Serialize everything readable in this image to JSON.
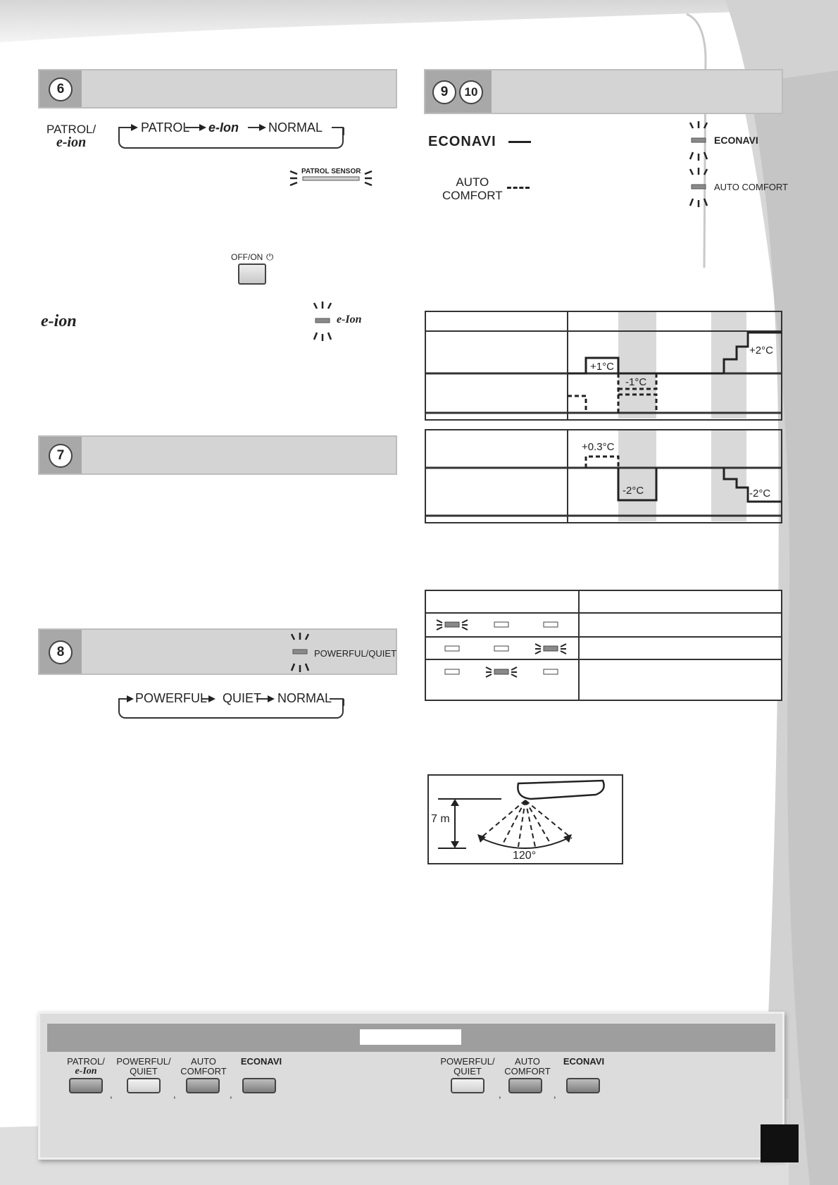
{
  "sections": {
    "s6": {
      "number": "6"
    },
    "s7": {
      "number": "7"
    },
    "s8": {
      "number": "8"
    },
    "s9": {
      "number": "9"
    },
    "s10": {
      "number": "10"
    }
  },
  "patrol_eion": {
    "button_label_line1": "PATROL/",
    "button_label_line2": "e-ion",
    "cycle": [
      "PATROL",
      "e-Ion",
      "NORMAL"
    ],
    "patrol_sensor_label": "PATROL SENSOR",
    "offon_label": "OFF/ON",
    "eion_label": "e-ion",
    "eion_indicator_label": "e-Ion"
  },
  "powerful_quiet": {
    "indicator_label": "POWERFUL/QUIET",
    "cycle": [
      "POWERFUL",
      "QUIET",
      "NORMAL"
    ]
  },
  "econavi": {
    "label": "ECONAVI",
    "indicator_label": "ECONAVI",
    "auto_comfort_line1": "AUTO",
    "auto_comfort_line2": "COMFORT",
    "auto_comfort_indicator_label": "AUTO COMFORT"
  },
  "charts": {
    "upper": {
      "labels": [
        "+1°C",
        "-1°C",
        "+2°C"
      ]
    },
    "lower": {
      "labels": [
        "+0.3°C",
        "-2°C",
        "-2°C"
      ]
    }
  },
  "sensor": {
    "height_label": "7 m",
    "angle_label": "120°"
  },
  "bottom_panel": {
    "left_buttons": [
      {
        "line1": "PATROL/",
        "line2": "e-Ion",
        "style": "dark"
      },
      {
        "line1": "POWERFUL/",
        "line2": "QUIET",
        "style": "light"
      },
      {
        "line1": "AUTO",
        "line2": "COMFORT",
        "style": "dark"
      },
      {
        "line1": "",
        "line2": "ECONAVI",
        "style": "dark"
      }
    ],
    "right_buttons": [
      {
        "line1": "POWERFUL/",
        "line2": "QUIET",
        "style": "light"
      },
      {
        "line1": "AUTO",
        "line2": "COMFORT",
        "style": "dark"
      },
      {
        "line1": "",
        "line2": "ECONAVI",
        "style": "dark"
      }
    ],
    "separator": ","
  },
  "colors": {
    "header_bg": "#d4d4d4",
    "header_num_bg": "#a8a8a8",
    "shade": "#d9d9d9"
  }
}
